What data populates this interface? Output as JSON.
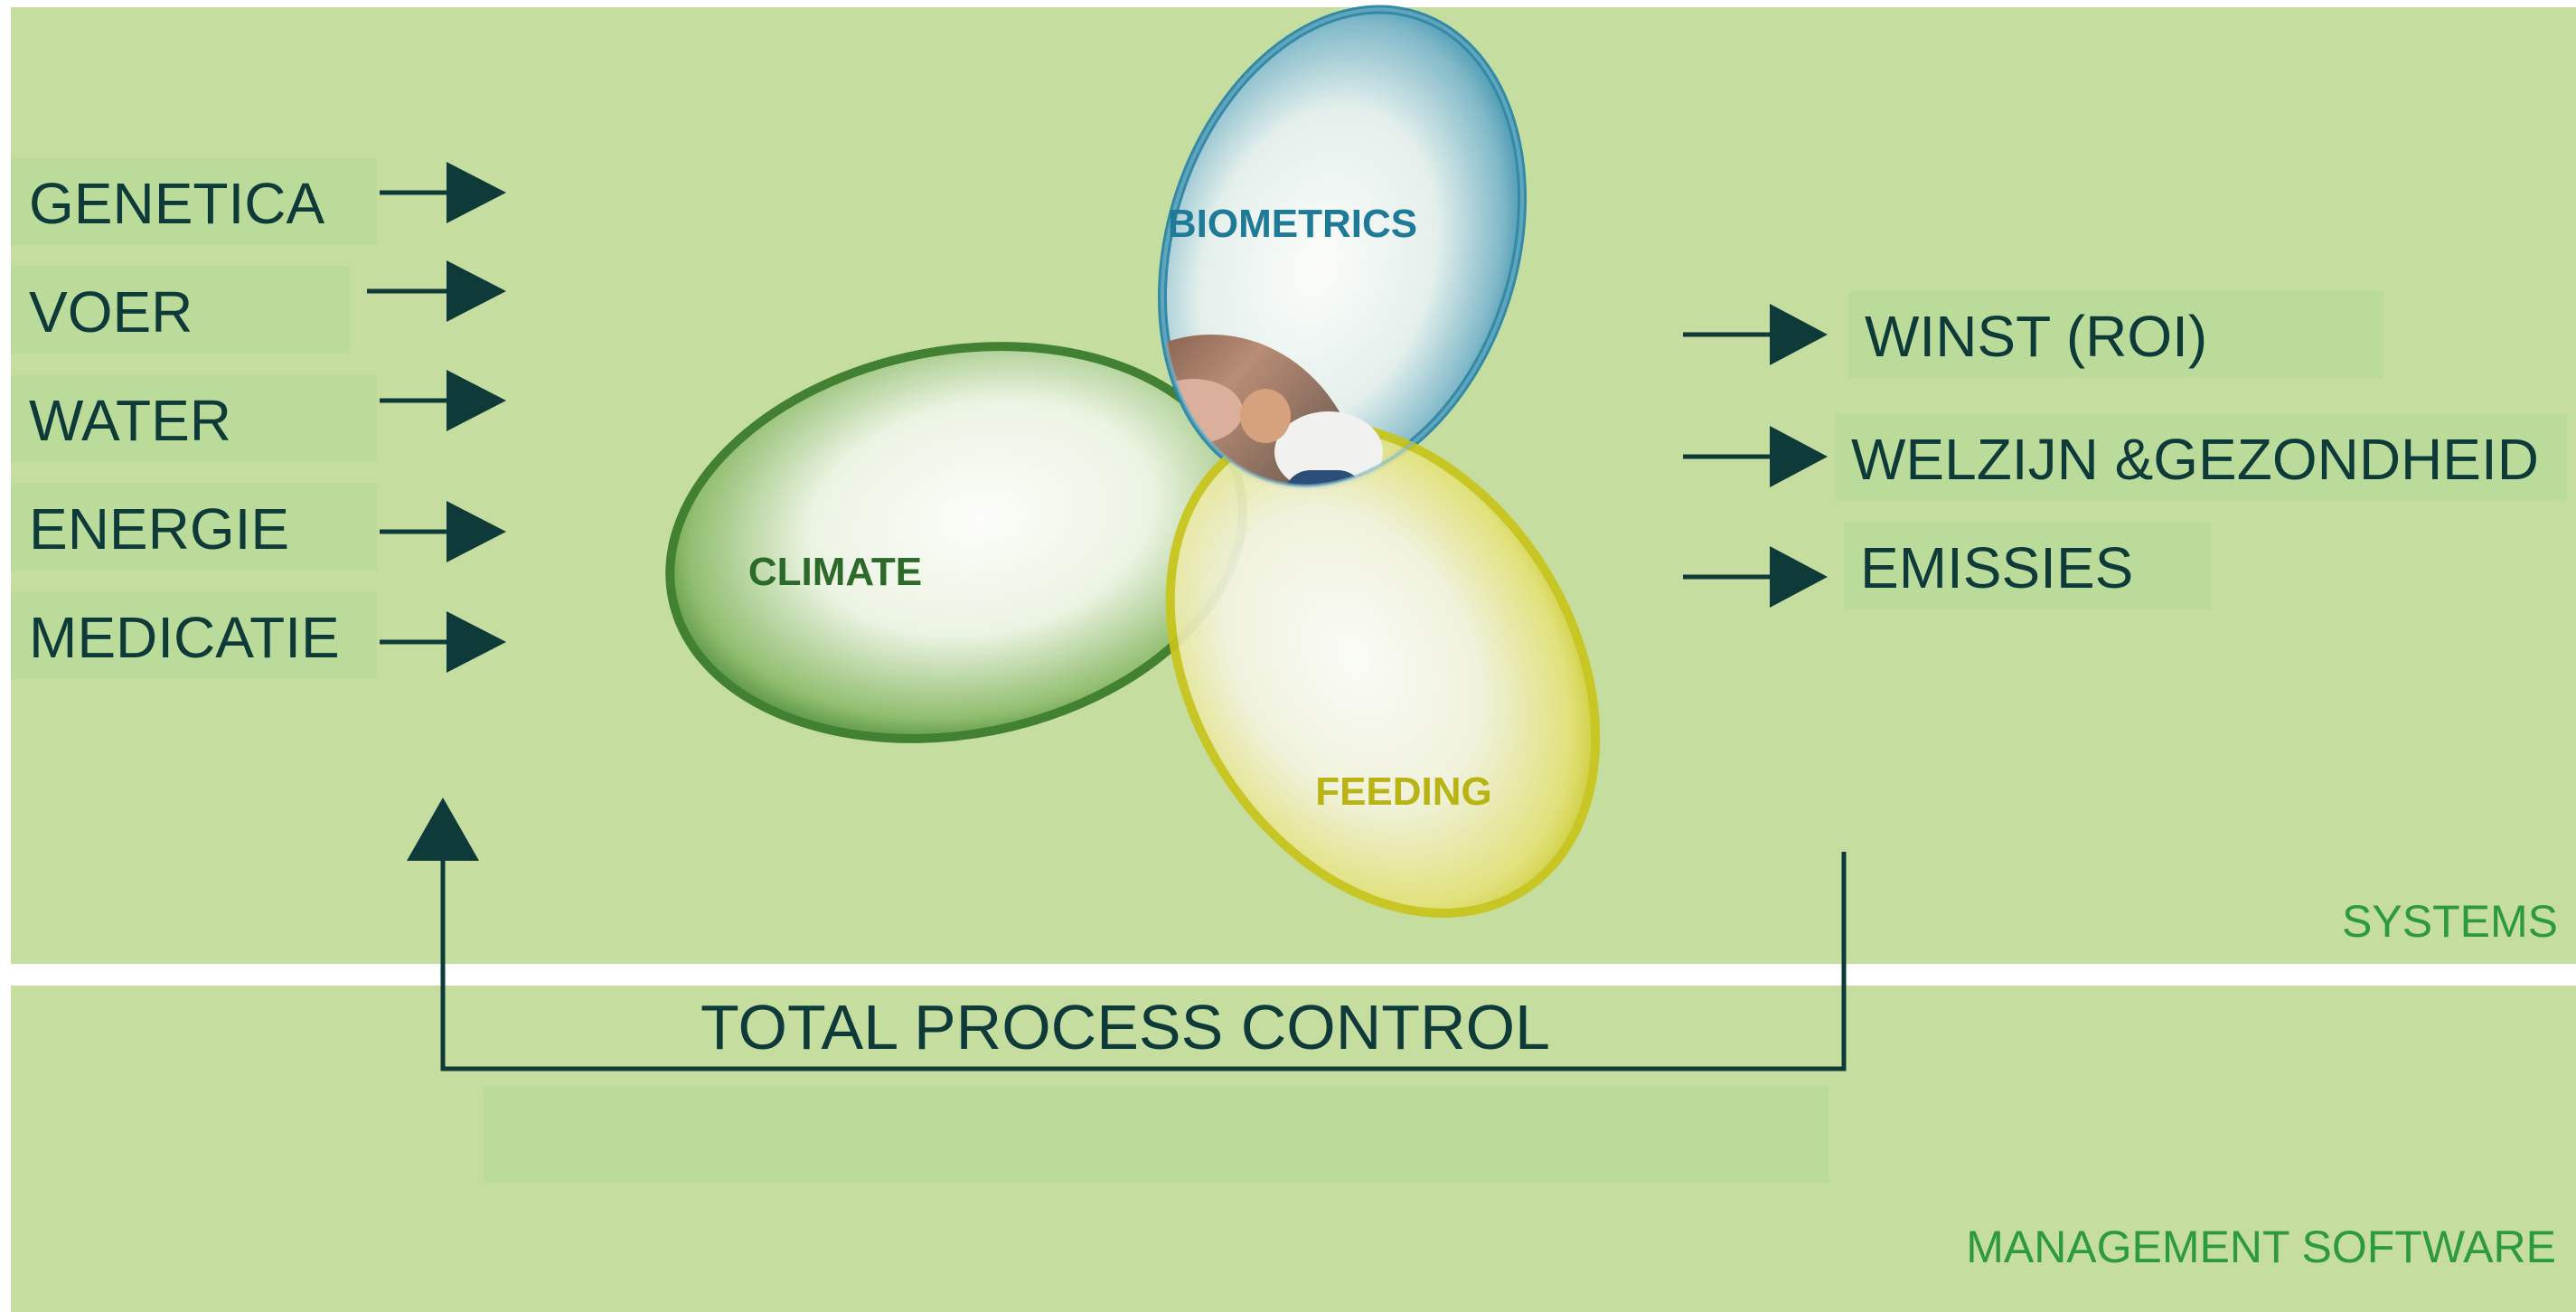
{
  "inputs": [
    {
      "label": "GENETICA"
    },
    {
      "label": "VOER"
    },
    {
      "label": "WATER"
    },
    {
      "label": "ENERGIE"
    },
    {
      "label": "MEDICATIE"
    }
  ],
  "outputs": [
    {
      "label": "WINST (ROI)"
    },
    {
      "label": "WELZIJN &GEZONDHEID"
    },
    {
      "label": "EMISSIES"
    }
  ],
  "lobes": {
    "biometrics": "BIOMETRICS",
    "climate": "CLIMATE",
    "feeding": "FEEDING"
  },
  "zones": {
    "systems": "SYSTEMS",
    "management": "MANAGEMENT SOFTWARE"
  },
  "loop_label": "TOTAL PROCESS CONTROL",
  "colors": {
    "background": "#c5dd9f",
    "label_box": "#badb99",
    "dark_text": "#0e3b3a",
    "zone_text": "#2e9a3e",
    "biometrics": "#2b86a8",
    "climate": "#3b7d2c",
    "feeding": "#c9c51a",
    "divider": "#ffffff"
  }
}
